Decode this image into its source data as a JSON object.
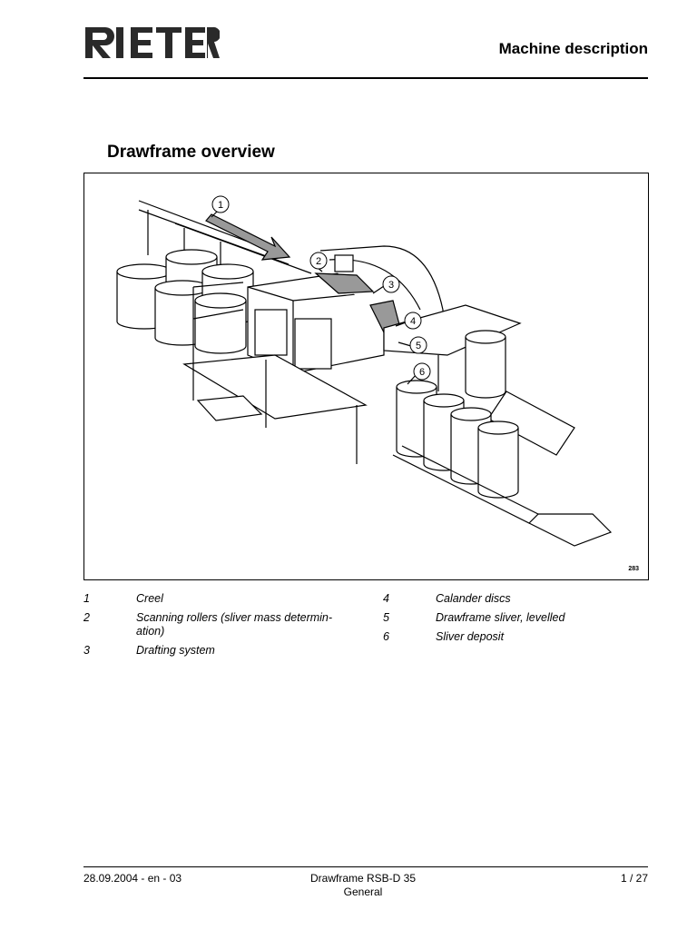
{
  "header": {
    "brand": "RIETER",
    "section_title": "Machine description"
  },
  "page_title": "Drawframe overview",
  "figure": {
    "figure_number": "283",
    "callouts": [
      "1",
      "2",
      "3",
      "4",
      "5",
      "6"
    ]
  },
  "legend": [
    {
      "num": "1",
      "text": "Creel"
    },
    {
      "num": "2",
      "text": "Scanning rollers (sliver mass determin-ation)"
    },
    {
      "num": "3",
      "text": "Drafting system"
    },
    {
      "num": "4",
      "text": "Calander discs"
    },
    {
      "num": "5",
      "text": "Drawframe sliver, levelled"
    },
    {
      "num": "6",
      "text": "Sliver deposit"
    }
  ],
  "footer": {
    "date_rev": "28.09.2004 - en - 03",
    "doc_title": "Drawframe RSB-D 35",
    "doc_subtitle": "General",
    "page": "1 / 27"
  }
}
